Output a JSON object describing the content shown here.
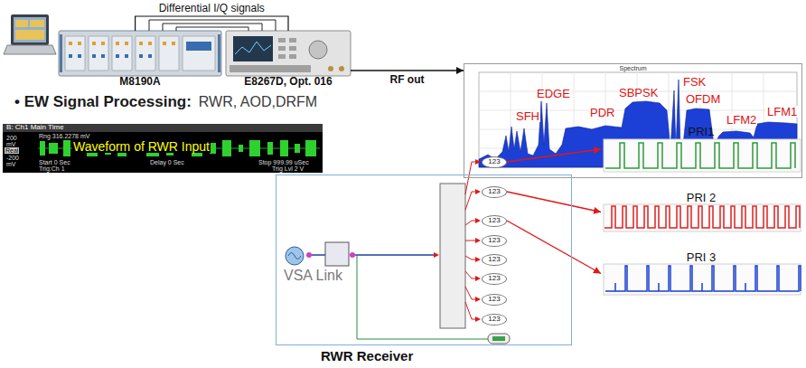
{
  "diagram": {
    "nodes": [
      {
        "text": [
          "M8190A"
        ]
      },
      {
        "text": [
          "E8267D, Opt. 016"
        ]
      },
      {
        "text": [
          "Spectrum"
        ]
      },
      {
        "text": [
          "B: Ch1 Main Time"
        ]
      },
      {
        "text": [
          "RWR Receiver"
        ]
      },
      {
        "text": [
          "VSA Link"
        ],
        "in": 4
      },
      {
        "text": [
          "123"
        ],
        "in": 4
      },
      {
        "text": [
          "123"
        ],
        "in": 4
      },
      {
        "text": [
          "123"
        ],
        "in": 4
      },
      {
        "text": [
          "123"
        ],
        "in": 4
      },
      {
        "text": [
          "123"
        ],
        "in": 4
      },
      {
        "text": [
          "123"
        ],
        "in": 4
      },
      {
        "text": [
          "123"
        ],
        "in": 4
      },
      {
        "text": [
          "123"
        ],
        "in": 4
      },
      {
        "text": [
          "PRI1"
        ]
      },
      {
        "text": [
          "PRI 2"
        ]
      },
      {
        "text": [
          "PRI 3"
        ]
      }
    ],
    "edges": [
      {
        "from": 0,
        "to": 1,
        "label": "Differential I/Q signals",
        "arrow": "none"
      },
      {
        "from": 1,
        "to": 2,
        "label": "RF out",
        "arrow": "to"
      },
      {
        "from": 6,
        "to": 14,
        "arrow": "to"
      },
      {
        "from": 7,
        "to": 15,
        "arrow": "to"
      },
      {
        "from": 8,
        "to": 16,
        "arrow": "to"
      }
    ],
    "labels": [
      "• EW Signal Processing:",
      "RWR, AOD,DRFM",
      "SFH",
      "EDGE",
      "PDR",
      "SBPSK",
      "FSK",
      "OFDM",
      "LFM2",
      "LFM1",
      "Rng 316.2278 mV",
      "200",
      "mV",
      "Real",
      "-200",
      "mV",
      "Waveform of RWR Input",
      "Start 0 Sec",
      "Delay 0 Sec",
      "Stop 999.99 uSec",
      "Trig:Ch 1",
      "Trig Lvl 2 V"
    ]
  }
}
